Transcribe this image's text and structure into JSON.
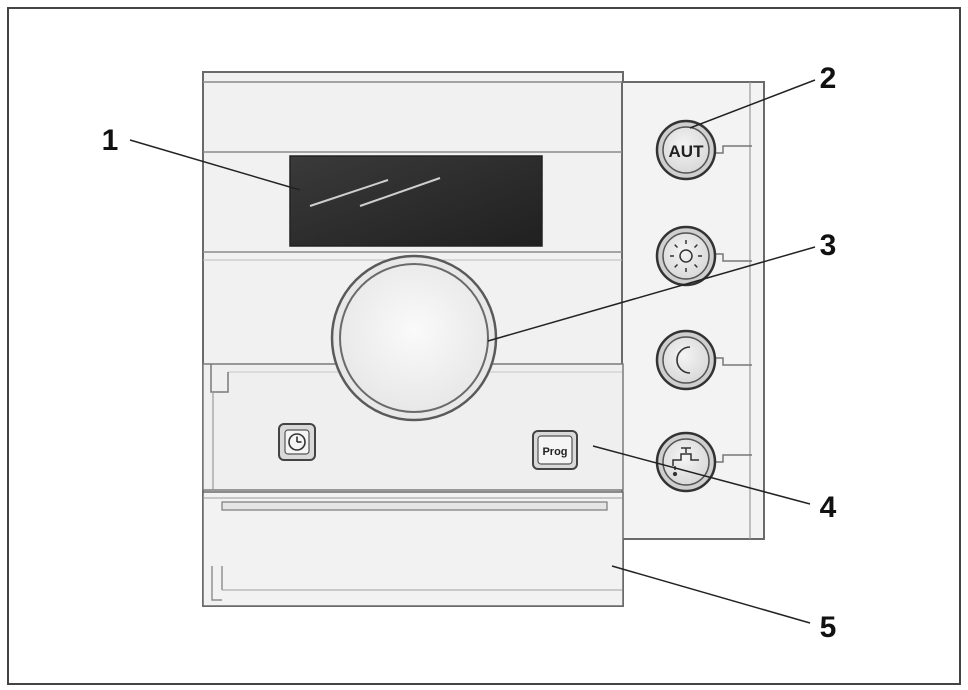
{
  "buttons": {
    "auto_label": "AUT",
    "prog_label": "Prog",
    "sun_icon": "sun-icon",
    "moon_icon": "moon-icon",
    "hot_water_icon": "tap-icon",
    "clock_icon": "clock-icon"
  },
  "callouts": [
    {
      "number": "1"
    },
    {
      "number": "2"
    },
    {
      "number": "3"
    },
    {
      "number": "4"
    },
    {
      "number": "5"
    }
  ]
}
